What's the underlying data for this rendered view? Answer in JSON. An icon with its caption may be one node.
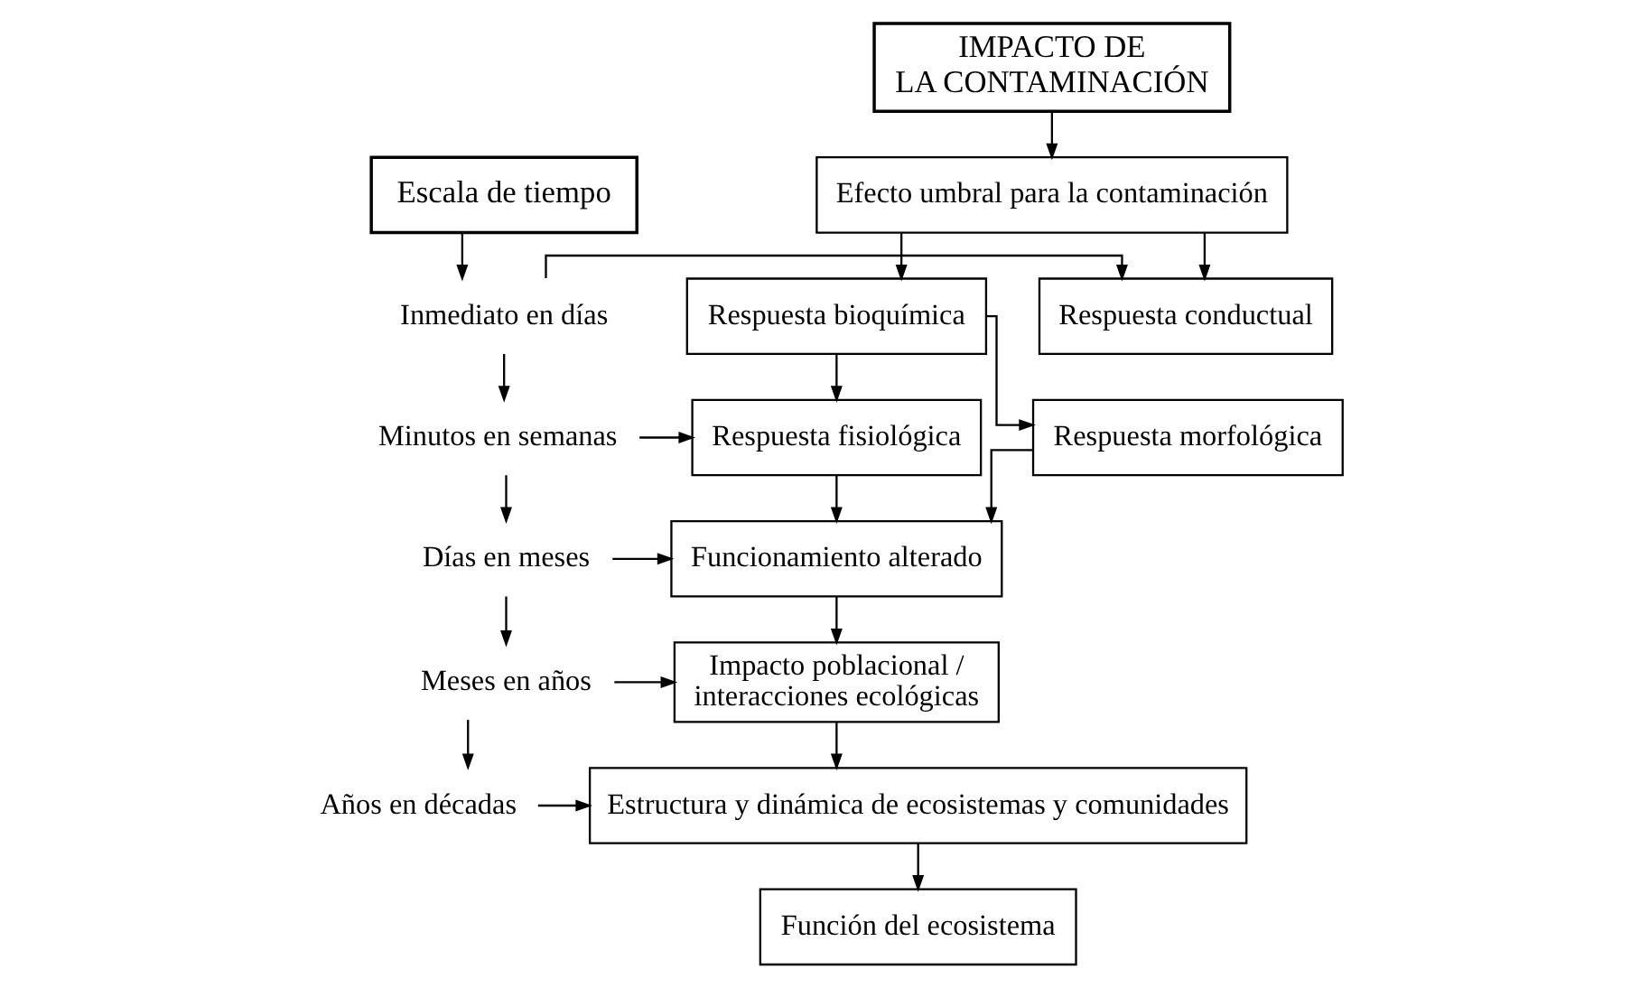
{
  "diagram": {
    "nodes": [
      {
        "text": [
          "IMPACTO DE LA CONTAMINACIÓN"
        ]
      },
      {
        "text": [
          "Escala de tiempo"
        ]
      },
      {
        "text": [
          "Efecto umbral para la contaminación"
        ]
      },
      {
        "text": [
          "Inmediato en días"
        ]
      },
      {
        "text": [
          "Respuesta conductual"
        ]
      },
      {
        "text": [
          "Respuesta bioquímica"
        ]
      },
      {
        "text": [
          "Minutos en semanas"
        ]
      },
      {
        "text": [
          "Respuesta fisiológica"
        ]
      },
      {
        "text": [
          "Respuesta morfológica"
        ]
      },
      {
        "text": [
          "Días en meses"
        ]
      },
      {
        "text": [
          "Funcionamiento alterado"
        ]
      },
      {
        "text": [
          "Meses en años"
        ]
      },
      {
        "text": [
          "Impacto poblacional / interacciones ecológicas"
        ]
      },
      {
        "text": [
          "Años en décadas"
        ]
      },
      {
        "text": [
          "Estructura y dinámica de ecosistemas y comunidades"
        ]
      },
      {
        "text": [
          "Función del ecosistema"
        ]
      }
    ],
    "edges": [
      {
        "from": 0,
        "to": 2,
        "arrow": "to"
      },
      {
        "from": 2,
        "to": 4,
        "arrow": "to"
      },
      {
        "from": 2,
        "to": 5,
        "arrow": "to"
      },
      {
        "from": 1,
        "to": 3,
        "arrow": "to"
      },
      {
        "from": 3,
        "to": 4,
        "arrow": "to"
      },
      {
        "from": 5,
        "to": 7,
        "arrow": "to"
      },
      {
        "from": 5,
        "to": 8,
        "arrow": "to"
      },
      {
        "from": 3,
        "to": 6,
        "arrow": "to"
      },
      {
        "from": 6,
        "to": 7,
        "arrow": "to"
      },
      {
        "from": 7,
        "to": 10,
        "arrow": "to"
      },
      {
        "from": 8,
        "to": 10,
        "arrow": "to"
      },
      {
        "from": 6,
        "to": 9,
        "arrow": "to"
      },
      {
        "from": 9,
        "to": 10,
        "arrow": "to"
      },
      {
        "from": 10,
        "to": 12,
        "arrow": "to"
      },
      {
        "from": 9,
        "to": 11,
        "arrow": "to"
      },
      {
        "from": 11,
        "to": 12,
        "arrow": "to"
      },
      {
        "from": 12,
        "to": 14,
        "arrow": "to"
      },
      {
        "from": 11,
        "to": 13,
        "arrow": "to"
      },
      {
        "from": 13,
        "to": 14,
        "arrow": "to"
      },
      {
        "from": 14,
        "to": 15,
        "arrow": "to"
      }
    ]
  }
}
